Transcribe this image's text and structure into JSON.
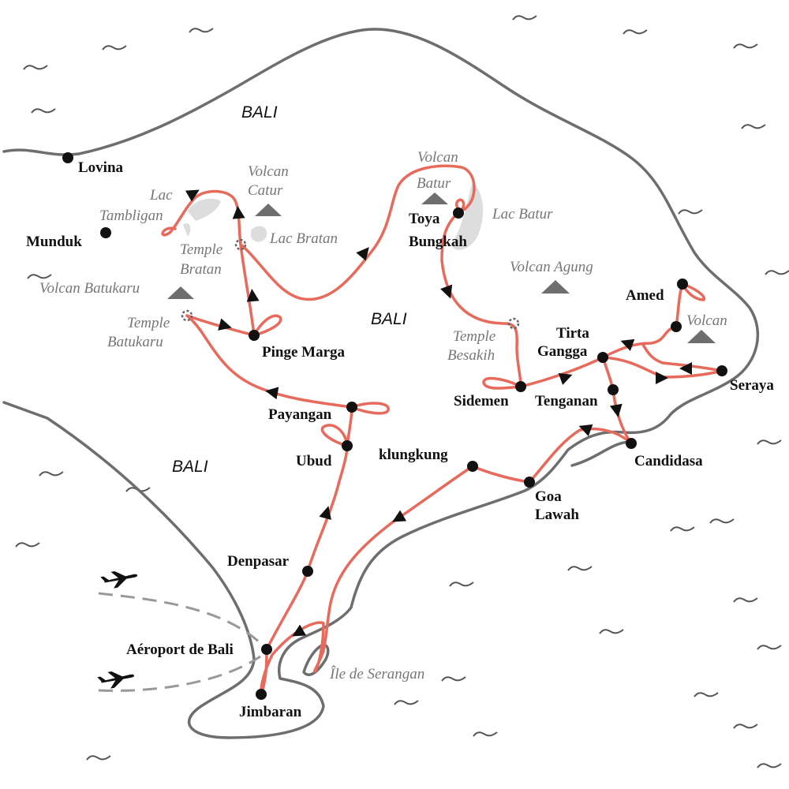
{
  "map": {
    "regions": [
      "BALI",
      "BALI",
      "BALI"
    ],
    "towns": {
      "lovina": "Lovina",
      "munduk": "Munduk",
      "pinge_marga": "Pinge Marga",
      "payangan": "Payangan",
      "ubud": "Ubud",
      "denpasar": "Denpasar",
      "aeroport": "Aéroport de Bali",
      "jimbaran": "Jimbaran",
      "klungkung": "klungkung",
      "goa": "Goa",
      "lawah": "Lawah",
      "candidasa": "Candidasa",
      "tenganan": "Tenganan",
      "tirta": "Tirta",
      "gangga": "Gangga",
      "seraya": "Seraya",
      "amed": "Amed",
      "sidemen": "Sidemen",
      "toya": "Toya",
      "bungkah": "Bungkah"
    },
    "features": {
      "lac": "Lac",
      "tambligan": "Tambligan",
      "volcan_catur_1": "Volcan",
      "volcan_catur_2": "Catur",
      "lac_bratan": "Lac Bratan",
      "temple_bratan_1": "Temple",
      "temple_bratan_2": "Bratan",
      "volcan_batukaru": "Volcan Batukaru",
      "temple_batukaru_1": "Temple",
      "temple_batukaru_2": "Batukaru",
      "volcan_batur_1": "Volcan",
      "volcan_batur_2": "Batur",
      "lac_batur": "Lac Batur",
      "volcan_agung": "Volcan Agung",
      "temple_besakih_1": "Temple",
      "temple_besakih_2": "Besakih",
      "volcan_east": "Volcan",
      "ile_serangan": "Île de Serangan"
    },
    "colors": {
      "route": "#e86a5c",
      "coast": "#6e6e6e",
      "label": "#777777"
    },
    "icons": [
      "airplane-icon",
      "volcano-icon",
      "temple-icon",
      "town-dot-icon",
      "direction-arrow-icon",
      "wave-icon"
    ]
  }
}
